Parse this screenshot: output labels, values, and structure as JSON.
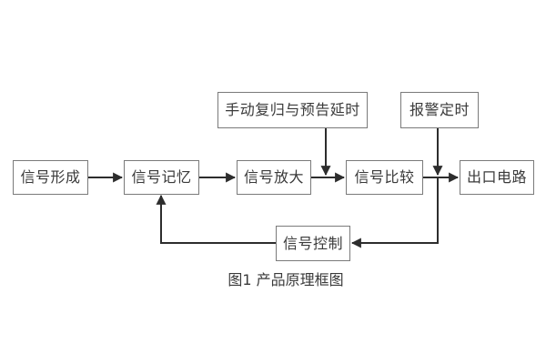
{
  "figure": {
    "caption": "图1 产品原理框图"
  },
  "diagram": {
    "type": "block-diagram",
    "nodes": {
      "signal_formation": {
        "label": "信号形成"
      },
      "signal_memory": {
        "label": "信号记忆"
      },
      "signal_amplify": {
        "label": "信号放大"
      },
      "signal_compare": {
        "label": "信号比较"
      },
      "output_circuit": {
        "label": "出口电路"
      },
      "manual_reset": {
        "label": "手动复归与预告延时"
      },
      "alarm_timer": {
        "label": "报警定时"
      },
      "signal_control": {
        "label": "信号控制"
      }
    },
    "edges": [
      {
        "from": "signal_formation",
        "to": "signal_memory",
        "style": "arrow-right"
      },
      {
        "from": "signal_memory",
        "to": "signal_amplify",
        "style": "arrow-right"
      },
      {
        "from": "signal_amplify",
        "to": "signal_compare",
        "style": "arrow-right"
      },
      {
        "from": "signal_compare",
        "to": "output_circuit",
        "style": "arrow-right"
      },
      {
        "from": "manual_reset",
        "to": "junction between signal_amplify and signal_compare",
        "style": "arrow-down"
      },
      {
        "from": "alarm_timer",
        "to": "junction between signal_compare and output_circuit",
        "style": "arrow-down"
      },
      {
        "from": "junction between signal_compare and output_circuit",
        "to": "signal_control",
        "style": "arrow-left-elbow"
      },
      {
        "from": "signal_control",
        "to": "signal_memory",
        "style": "arrow-up-elbow"
      }
    ]
  },
  "colors": {
    "background": "#ffffff",
    "box_border": "#7a7a7a",
    "connector_line": "#2d2d2d",
    "text": "#3a3a3a"
  }
}
